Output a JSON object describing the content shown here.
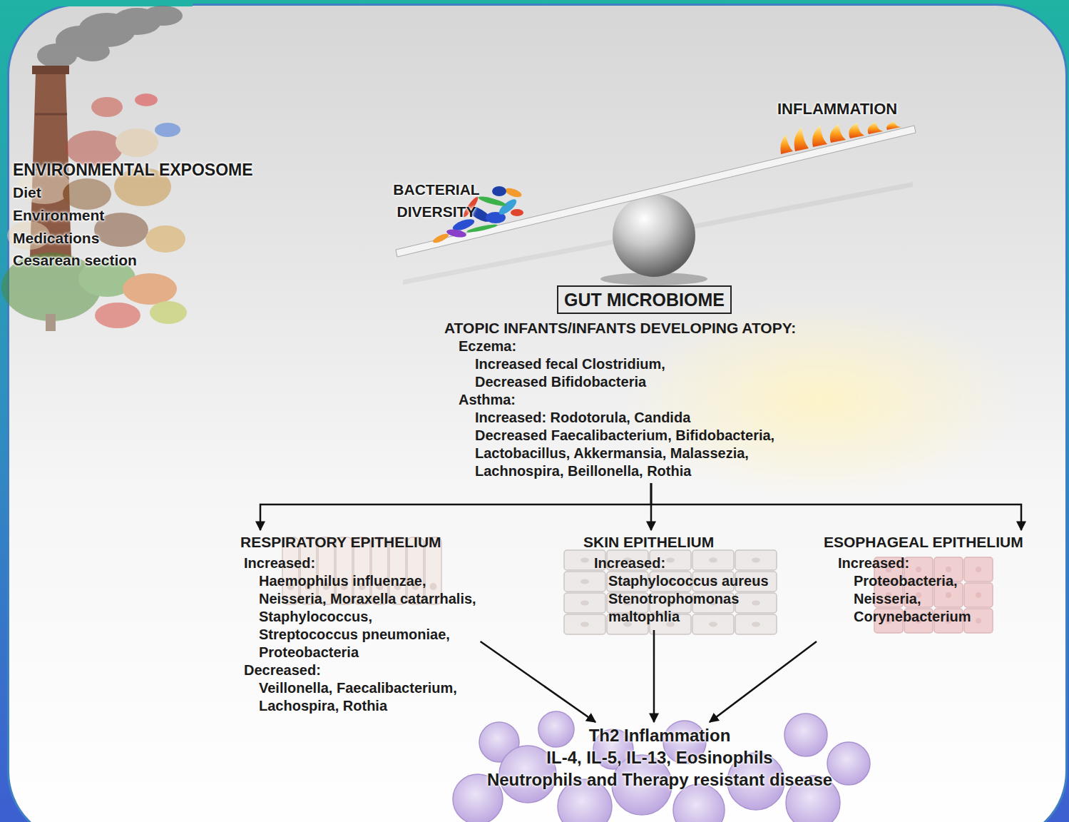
{
  "diagram": {
    "nodes": [
      {
        "text": [
          "GUT MICROBIOME",
          "ATOPIC INFANTS/INFANTS DEVELOPING ATOPY:",
          "Eczema:",
          "Increased fecal Clostridium,",
          "Decreased Bifidobacteria",
          "Asthma:",
          "Increased: Rodotorula, Candida",
          "Decreased Faecalibacterium, Bifidobacteria, Lactobacillus, Akkermansia, Malassezia, Lachnospira, Beillonella, Rothia"
        ]
      },
      {
        "text": [
          "RESPIRATORY EPITHELIUM",
          "Increased:",
          "Haemophilus influenzae,",
          "Neisseria, Moraxella catarrhalis,",
          "Staphylococcus,",
          "Streptococcus pneumoniae,",
          "Proteobacteria",
          "Decreased:",
          "Veillonella, Faecalibacterium,",
          "Lachospira, Rothia"
        ]
      },
      {
        "text": [
          "SKIN EPITHELIUM",
          "Increased:",
          "Staphylococcus aureus",
          "Stenotrophomonas maltophlia"
        ]
      },
      {
        "text": [
          "ESOPHAGEAL EPITHELIUM",
          "Increased:",
          "Proteobacteria,",
          "Neisseria,",
          "Corynebacterium"
        ]
      },
      {
        "text": [
          "Th2 Inflammation",
          "IL-4, IL-5, IL-13, Eosinophils",
          "Neutrophils and Therapy resistant disease"
        ]
      }
    ],
    "edges": [
      {
        "from": 0,
        "to": 1,
        "arrow": "to"
      },
      {
        "from": 0,
        "to": 2,
        "arrow": "to"
      },
      {
        "from": 0,
        "to": 3,
        "arrow": "to"
      },
      {
        "from": 1,
        "to": 4,
        "arrow": "to"
      },
      {
        "from": 2,
        "to": 4,
        "arrow": "to"
      },
      {
        "from": 3,
        "to": 4,
        "arrow": "to"
      }
    ],
    "labels": [
      "ENVIRONMENTAL EXPOSOME",
      "Diet",
      "Environment",
      "Medications",
      "Cesarean section",
      "BACTERIAL DIVERSITY",
      "INFLAMMATION"
    ]
  }
}
